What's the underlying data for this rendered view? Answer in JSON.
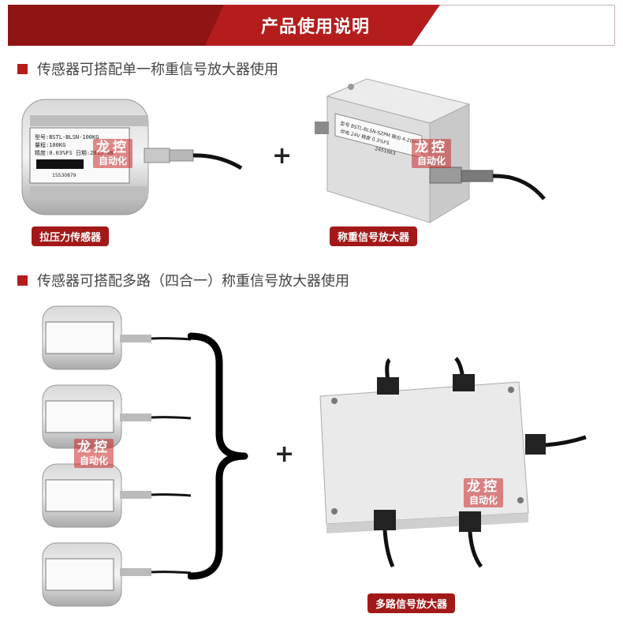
{
  "header": {
    "title": "产品使用说明"
  },
  "section1": {
    "title": "传感器可搭配单一称重信号放大器使用",
    "sensor_label": "拉压力传感器",
    "amp_label": "称重信号放大器",
    "plus": "+"
  },
  "section2": {
    "title": "传感器可搭配多路（四合一）称重信号放大器使用",
    "amp_label": "多路信号放大器",
    "plus": "+"
  },
  "watermark": {
    "line1": "龙控",
    "line2": "自动化"
  },
  "sensor_plate": {
    "line1": "型号:BSTL-BLSN-100KG",
    "line2": "量程:100KG",
    "line3": "精度:0.03%FS 日期:2015.08",
    "serial": "15530879"
  },
  "amp_plate": {
    "line1": "型号 BSTL-BLSN-SZPM 输出 4-20mA",
    "line2": "供电 24V 精度 0.3%FS",
    "serial": "2451663"
  },
  "colors": {
    "brand_red": "#b51d1d",
    "dark_red": "#8f1414",
    "pill_red": "#a31818"
  }
}
